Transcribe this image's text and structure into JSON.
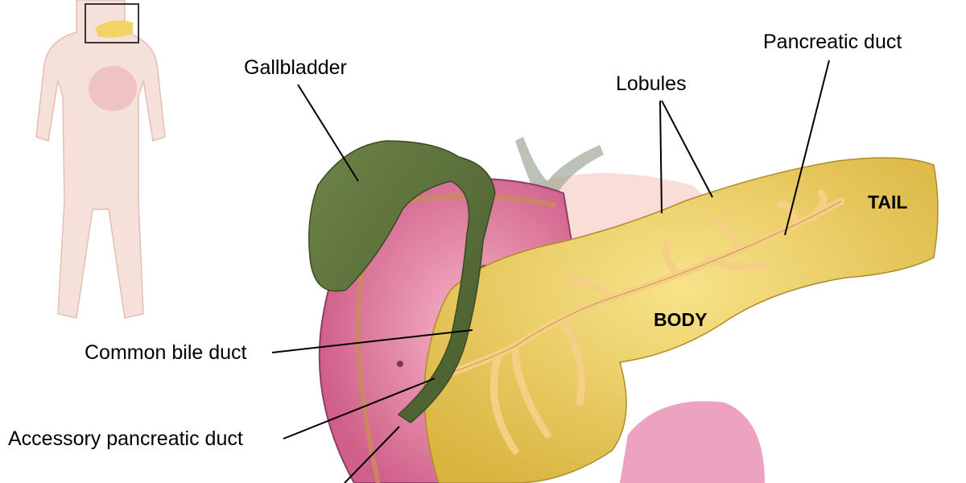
{
  "labels": {
    "gallbladder": "Gallbladder",
    "lobules": "Lobules",
    "pancreatic_duct": "Pancreatic duct",
    "tail": "TAIL",
    "body": "BODY",
    "common_bile_duct": "Common bile duct",
    "accessory_pancreatic_duct": "Accessory pancreatic duct"
  },
  "colors": {
    "pancreas": "#f2d66a",
    "gallbladder": "#5f7340",
    "duodenum": "#e27aa0",
    "duct": "#f6cf86",
    "skin": "#f4d6cf"
  }
}
